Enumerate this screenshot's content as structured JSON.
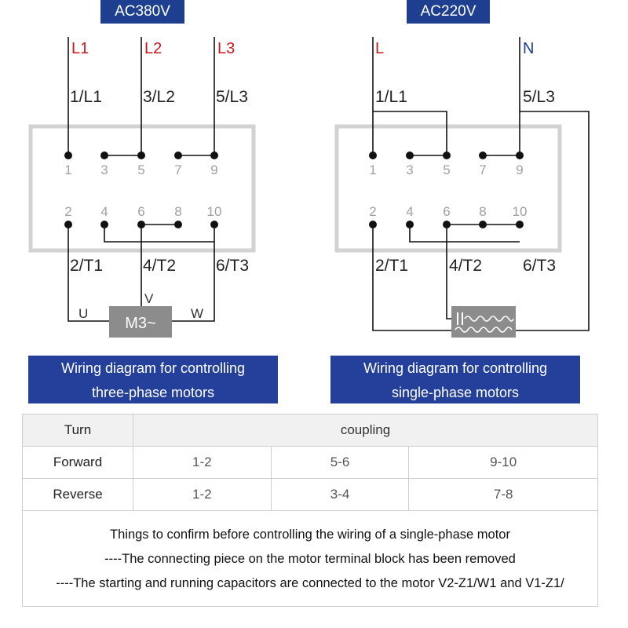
{
  "left_diagram": {
    "voltage": "AC380V",
    "lines": [
      {
        "name": "L1",
        "color": "#c8161d"
      },
      {
        "name": "L2",
        "color": "#c8161d"
      },
      {
        "name": "L3",
        "color": "#c8161d"
      }
    ],
    "top_wire_labels": [
      "1/L1",
      "3/L2",
      "5/L3"
    ],
    "bottom_wire_labels": [
      "2/T1",
      "4/T2",
      "6/T3"
    ],
    "top_terminals": [
      "1",
      "3",
      "5",
      "7",
      "9"
    ],
    "bottom_terminals": [
      "2",
      "4",
      "6",
      "8",
      "10"
    ],
    "motor_label": "M3~",
    "phase_labels": [
      "U",
      "V",
      "W"
    ],
    "caption_line1": "Wiring diagram for controlling",
    "caption_line2": "three-phase motors"
  },
  "right_diagram": {
    "voltage": "AC220V",
    "lines": [
      {
        "name": "L",
        "color": "#c8161d"
      },
      {
        "name": "N",
        "color": "#1e3f8f"
      }
    ],
    "top_wire_labels": [
      "1/L1",
      "5/L3"
    ],
    "bottom_wire_labels": [
      "2/T1",
      "4/T2",
      "6/T3"
    ],
    "top_terminals": [
      "1",
      "3",
      "5",
      "7",
      "9"
    ],
    "bottom_terminals": [
      "2",
      "4",
      "6",
      "8",
      "10"
    ],
    "caption_line1": "Wiring diagram for controlling",
    "caption_line2": "single-phase motors"
  },
  "coupling_table": {
    "header_turn": "Turn",
    "header_coupling": "coupling",
    "rows": [
      {
        "turn": "Forward",
        "values": [
          "1-2",
          "5-6",
          "9-10"
        ]
      },
      {
        "turn": "Reverse",
        "values": [
          "1-2",
          "3-4",
          "7-8"
        ]
      }
    ]
  },
  "notes": [
    "Things to confirm before controlling the wiring of a single-phase motor",
    "----The connecting piece on the motor terminal block has been removed",
    "----The starting and running capacitors are connected to the motor V2-Z1/W1 and V1-Z1/"
  ],
  "colors": {
    "badge_blue": "#1e3f8f",
    "caption_blue": "#24409a",
    "wire": "#111111",
    "terminal_gray": "#a0a0a0",
    "box_gray": "#d2d2d2",
    "motor_gray": "#8c8c8c"
  }
}
